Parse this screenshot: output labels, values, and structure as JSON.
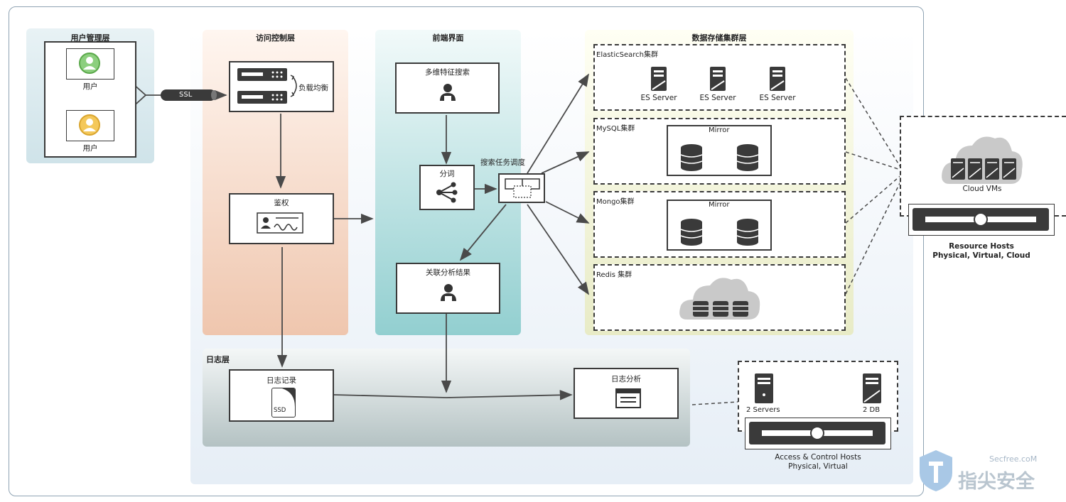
{
  "layers": {
    "user_mgmt": "用户管理层",
    "access_ctrl": "访问控制层",
    "frontend": "前端界面",
    "storage": "数据存储集群层",
    "log": "日志层"
  },
  "user_mgmt": {
    "user1": "用户",
    "user2": "用户"
  },
  "link": {
    "ssl": "SSL"
  },
  "access": {
    "load_balance": "负载均衡",
    "auth": "鉴权"
  },
  "frontend": {
    "search": "多维特征搜索",
    "segment": "分词",
    "scheduler": "搜索任务调度",
    "result": "关联分析结果"
  },
  "storage": {
    "es": {
      "title": "ElasticSearch集群",
      "servers": [
        "ES Server",
        "ES Server",
        "ES Server"
      ]
    },
    "mysql": {
      "title": "MySQL集群",
      "mirror": "Mirror"
    },
    "mongo": {
      "title": "Mongo集群",
      "mirror": "Mirror"
    },
    "redis": {
      "title": "Redis 集群"
    }
  },
  "resource": {
    "cloud": "Cloud VMs",
    "title": "Resource Hosts",
    "subtitle": "Physical, Virtual, Cloud"
  },
  "log": {
    "record": "日志记录",
    "ssd": "SSD",
    "analysis": "日志分析"
  },
  "access_hosts": {
    "servers": "2 Servers",
    "db": "2 DB",
    "title": "Access & Control Hosts",
    "subtitle": "Physical, Virtual"
  },
  "watermark": {
    "site": "Secfree.coM",
    "brand": "指尖安全"
  }
}
